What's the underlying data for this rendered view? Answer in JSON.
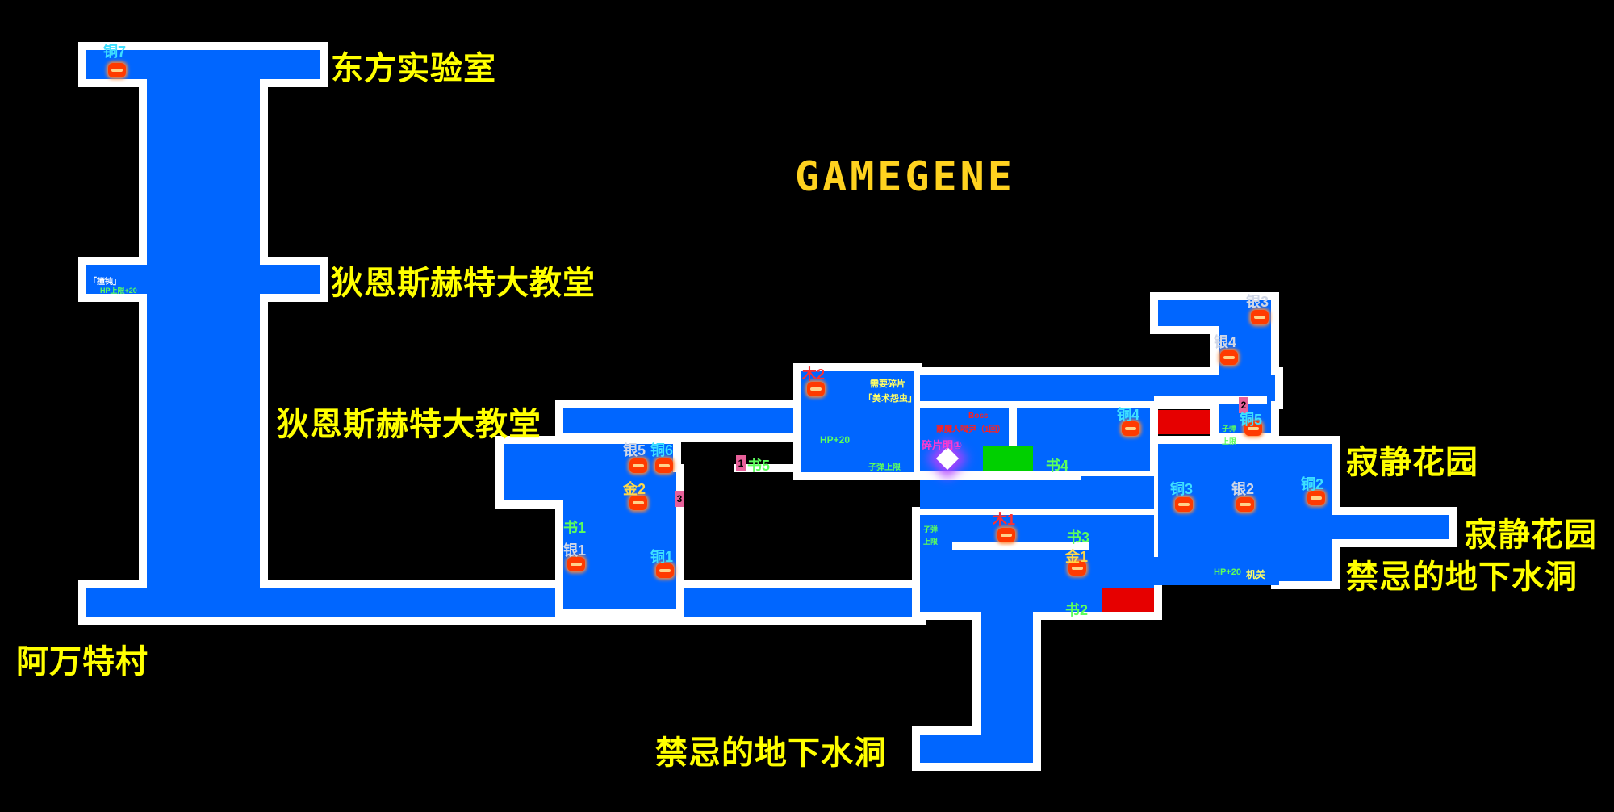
{
  "brand": "GAMEGENE",
  "areas": {
    "east_lab": "东方实验室",
    "cathedral_upper": "狄恩斯赫特大教堂",
    "cathedral_lower": "狄恩斯赫特大教堂",
    "quiet_garden_1": "寂静花园",
    "quiet_garden_2": "寂静花园",
    "forbidden_cave_right": "禁忌的地下水洞",
    "forbidden_cave_bottom": "禁忌的地下水洞",
    "avant_village": "阿万特村"
  },
  "markers": {
    "copper7": "铜7",
    "copper1": "铜1",
    "copper2": "铜2",
    "copper3": "铜3",
    "copper4": "铜4",
    "copper5": "铜5",
    "copper6": "铜6",
    "silver1": "银1",
    "silver2": "银2",
    "silver3": "银3",
    "silver4": "银4",
    "silver5": "银5",
    "gold1": "金1",
    "gold2": "金2",
    "wood1": "木1",
    "wood2": "木2",
    "book1": "书1",
    "book2": "书2",
    "book3": "书3",
    "book4": "书4",
    "book5": "书5",
    "door1": "1",
    "door2": "2",
    "door3": "3"
  },
  "notes": {
    "left_item": "「撞钝」",
    "left_hp": "HP上限+20",
    "need_fragment": "需要碎片",
    "art_worm": "「美术怨虫」",
    "boss_label": "Boss",
    "boss_name": "蒙魔人喝尹（1回）",
    "hp20_center": "HP+20",
    "ammo_center": "子弹上限",
    "shard": "碎片明①",
    "ammo_right_1": "子弹",
    "ammo_right_2": "上限",
    "ammo_mid_1": "子弹",
    "ammo_mid_2": "上限",
    "hp20_right": "HP+20",
    "mechanism": "机关"
  },
  "colors": {
    "room": "#0066ff",
    "wall": "#ffffff",
    "area_text": "#ffff00",
    "brand": "#ffd21f",
    "copper": "#3ee0ff",
    "silver": "#cfd6e6",
    "gold": "#ffd84a",
    "wood": "#ff3030",
    "book": "#5cff5c",
    "locked_door": "#e60000",
    "save_point": "#00d000"
  }
}
